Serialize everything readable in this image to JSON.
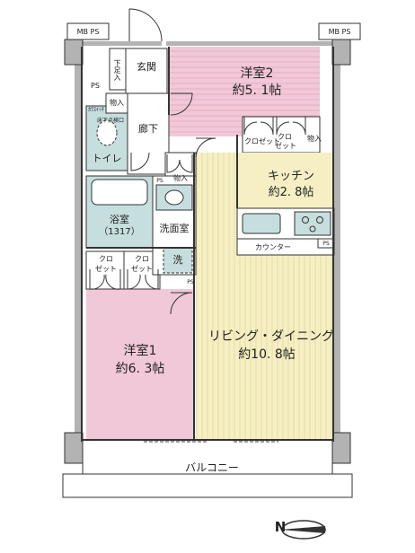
{
  "labels": {
    "mbps_left": "MB PS",
    "mbps_right": "MB PS",
    "shoe_box": "下足入",
    "genkan": "玄関",
    "ps_left": "PS",
    "storage_corridor": "物入",
    "corridor": "廊下",
    "remote_panel": "ｶﾗｽｲｯﾁ",
    "floor_hatch": "床下点検口",
    "toilet": "トイレ",
    "storage_toilet": "物入",
    "ps_bath": "PS",
    "bath_name": "浴室",
    "bath_size": "（1317）",
    "washroom": "洗面室",
    "washer": "洗",
    "closet_l1_a": "クロ",
    "closet_l1_b": "ゼット",
    "closet_l2_a": "クロ",
    "closet_l2_b": "ゼット",
    "ps_wash": "PS",
    "room2_name": "洋室2",
    "room2_size": "約5. 1帖",
    "closet_r2": "クロゼット",
    "closet_r2b_a": "クロ",
    "closet_r2b_b": "ゼット",
    "storage_r2": "物入",
    "kitchen_name": "キッチン",
    "kitchen_size": "約2. 8帖",
    "counter": "カウンター",
    "ps_kitchen": "PS",
    "room1_name": "洋室1",
    "room1_size": "約6. 3帖",
    "ld_name": "リビング・ダイニング",
    "ld_size": "約10. 8帖",
    "balcony": "バルコニー"
  },
  "compass": {
    "direction": "N",
    "label": "N"
  },
  "colors": {
    "room_pink": "#f1c8d7",
    "room_pink_stripe": "#e7aec3",
    "ld_yellow": "#f6efc4",
    "ld_stripe": "#e7dca2",
    "wet_teal": "#c7dede",
    "wall_gray": "#b3b3b3",
    "line": "#333333"
  }
}
